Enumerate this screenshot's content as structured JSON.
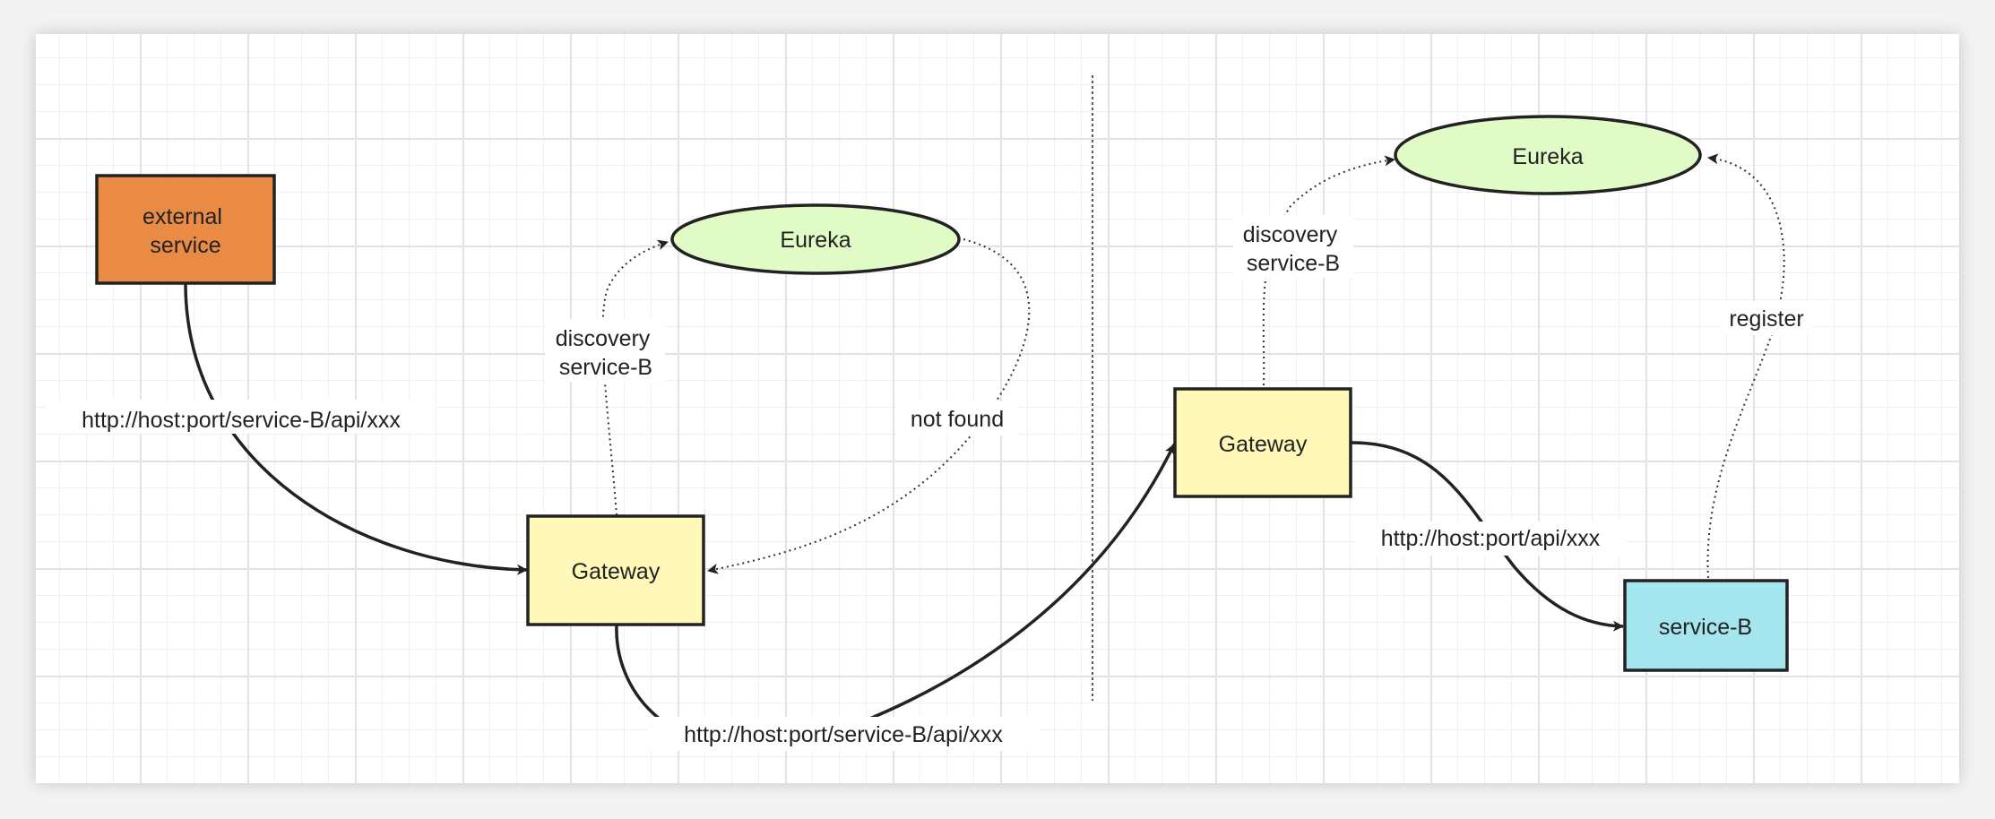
{
  "colors": {
    "external": "#e98b44",
    "gateway": "#fff8b8",
    "eureka": "#e0fbc5",
    "service_b": "#a4e5ee",
    "stroke": "#222222"
  },
  "left": {
    "external_service": "external\nservice",
    "gateway": "Gateway",
    "eureka": "Eureka",
    "edge_request": "http://host:port/service-B/api/xxx",
    "edge_discovery": "discovery\nservice-B",
    "edge_not_found": "not found",
    "edge_forward": "http://host:port/service-B/api/xxx"
  },
  "right": {
    "gateway": "Gateway",
    "eureka": "Eureka",
    "service_b": "service-B",
    "edge_discovery": "discovery\nservice-B",
    "edge_register": "register",
    "edge_request": "http://host:port/api/xxx"
  }
}
